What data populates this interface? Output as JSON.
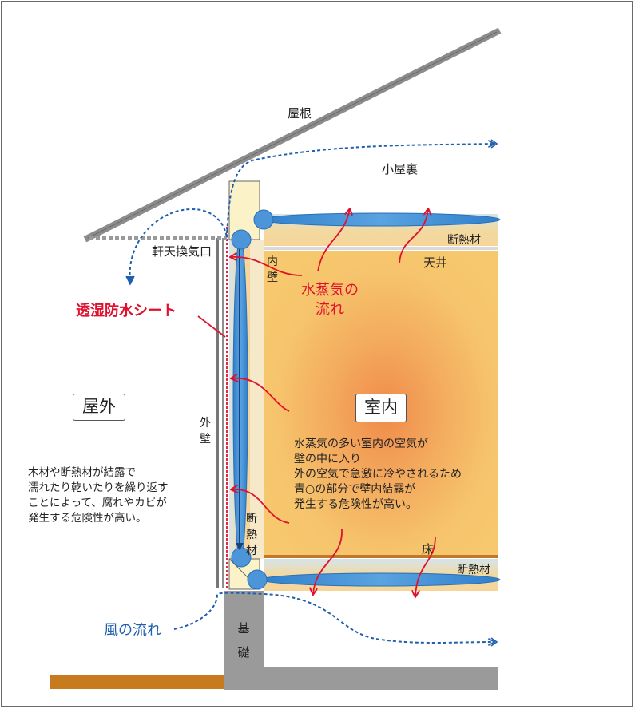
{
  "labels": {
    "roof": "屋根",
    "attic": "小屋裏",
    "eave_vent": "軒天換気口",
    "sheet": "透湿防水シート",
    "inner_wall": "内\n壁",
    "outer_wall": "外\n壁",
    "insulation_ceiling": "断熱材",
    "insulation_floor": "断熱材",
    "insulation_wall": "断\n熱\n材",
    "ceiling": "天井",
    "floor": "床",
    "vapor_flow": "水蒸気の\n流れ",
    "outdoor": "屋外",
    "indoor": "室内",
    "foundation": "基\n礎",
    "wind_flow": "風の流れ",
    "indoor_note": "水蒸気の多い室内の空気が\n壁の中に入り\n外の空気で急激に冷やされるため\n青○の部分で壁内結露が\n発生する危険性が高い。",
    "outdoor_note": "木材や断熱材が結露で\n濡れたり乾いたりを繰り返す\nことによって、腐れやカビが\n発生する危険性が高い。"
  },
  "colors": {
    "vapor_red": "#e0102f",
    "wind_blue": "#1f5fae",
    "condensation_blue": "#3d8fd6",
    "room_fill": "#f6c46c",
    "room_center": "#f08a4a",
    "roof_gray": "#909090",
    "floor_brown": "#c27828",
    "ground_brown": "#c87a1e"
  }
}
